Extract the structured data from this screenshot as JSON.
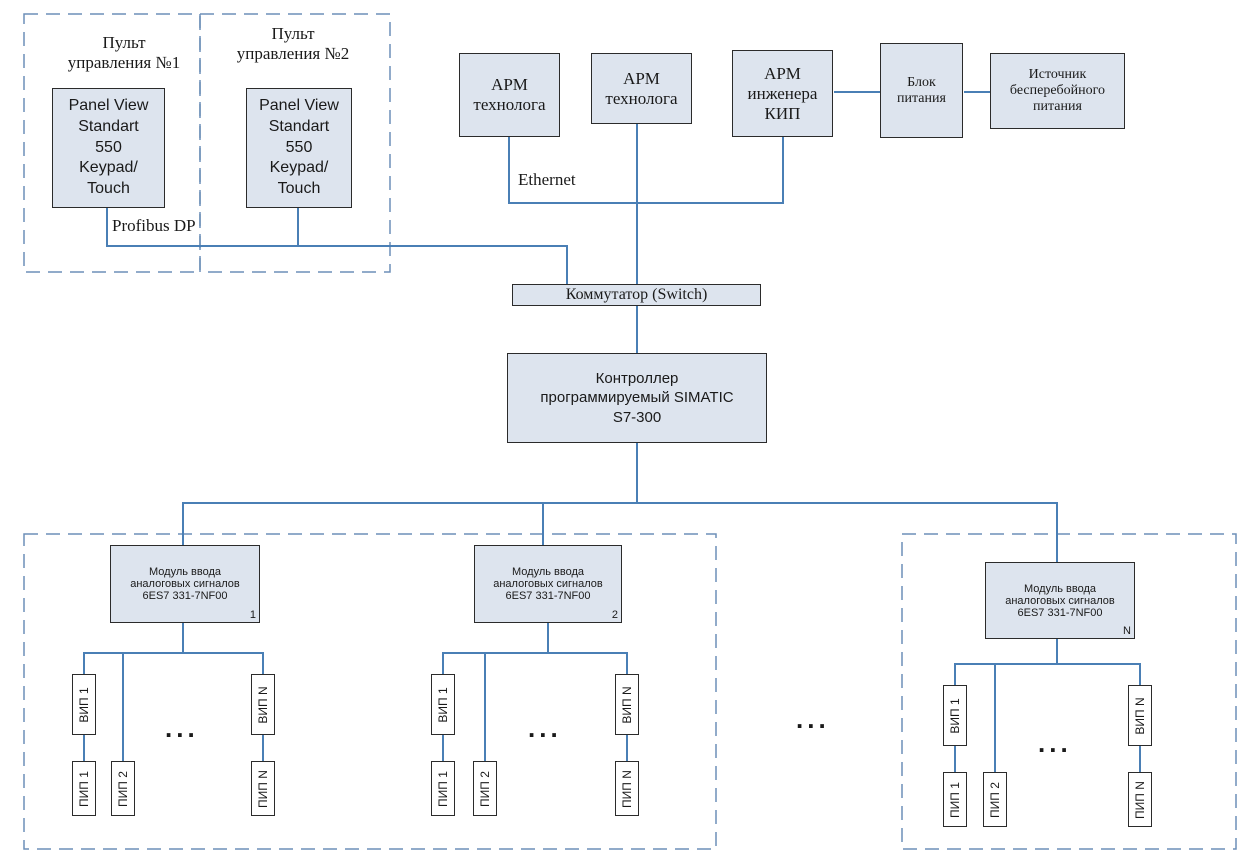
{
  "panels": [
    {
      "title": "Пульт\nуправления №1",
      "device": "Panel View\nStandart\n550\nKeypad/\nTouch"
    },
    {
      "title": "Пульт\nуправления №2",
      "device": "Panel View\nStandart\n550\nKeypad/\nTouch"
    }
  ],
  "profibus_label": "Profibus DP",
  "ethernet_label": "Ethernet",
  "workstations": [
    {
      "label": "АРМ\nтехнолога"
    },
    {
      "label": "АРМ\nтехнолога"
    },
    {
      "label": "АРМ\nинженера\nКИП"
    }
  ],
  "power_block": "Блок\nпитания",
  "ups": "Источник\nбесперебойного\nпитания",
  "switch": "Коммутатор (Switch)",
  "controller": "Контроллер\nпрограммируемый SIMATIC\nS7-300",
  "modules": [
    {
      "label": "Модуль ввода\nаналоговых сигналов\n6ES7 331-7NF00",
      "index": "1",
      "vip": [
        "ВИП 1",
        "ВИП N"
      ],
      "pip": [
        "ПИП 1",
        "ПИП 2",
        "ПИП N"
      ],
      "dots": "..."
    },
    {
      "label": "Модуль ввода\nаналоговых сигналов\n6ES7 331-7NF00",
      "index": "2",
      "vip": [
        "ВИП 1",
        "ВИП N"
      ],
      "pip": [
        "ПИП 1",
        "ПИП 2",
        "ПИП N"
      ],
      "dots": "..."
    },
    {
      "label": "Модуль ввода\nаналоговых сигналов\n6ES7 331-7NF00",
      "index": "N",
      "vip": [
        "ВИП 1",
        "ВИП N"
      ],
      "pip": [
        "ПИП 1",
        "ПИП 2",
        "ПИП N"
      ],
      "dots": "..."
    }
  ],
  "between_groups_dots": "...",
  "colors": {
    "box_fill": "#dde4ee",
    "connector": "#4a7fb5",
    "dashed": "#6d8fb8",
    "border": "#2b2b2b"
  }
}
